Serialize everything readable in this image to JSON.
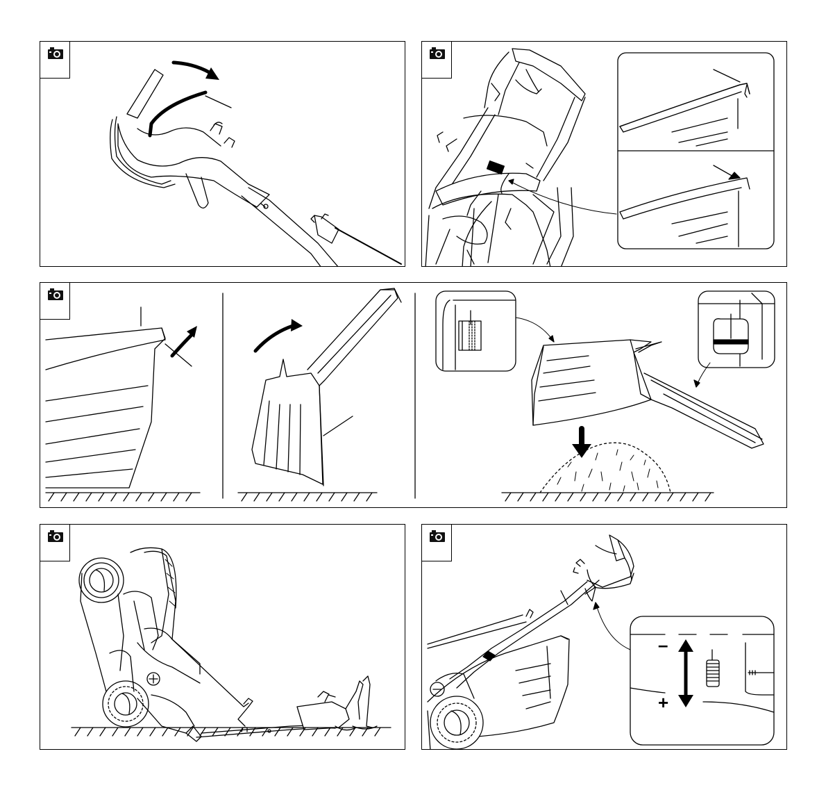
{
  "panels": [
    {
      "id": "panel-handle-cable",
      "icon": "camera-icon"
    },
    {
      "id": "panel-grassbox-indicator",
      "icon": "camera-icon"
    },
    {
      "id": "panel-grassbox-emptying",
      "icon": "camera-icon"
    },
    {
      "id": "panel-mower-upright-storage",
      "icon": "camera-icon"
    },
    {
      "id": "panel-cutting-height",
      "icon": "camera-icon"
    }
  ],
  "height_adjust": {
    "decrease_symbol": "–",
    "increase_symbol": "+"
  }
}
